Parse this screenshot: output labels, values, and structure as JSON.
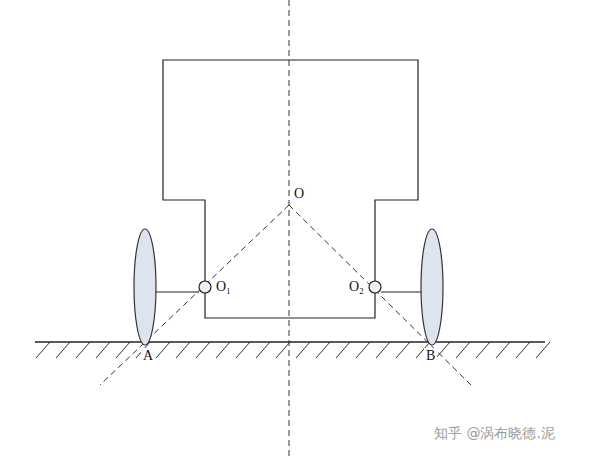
{
  "diagram": {
    "labels": [
      "O",
      "O₁",
      "O₂",
      "A",
      "B",
      "知乎 @涡布晓德.泥"
    ]
  }
}
